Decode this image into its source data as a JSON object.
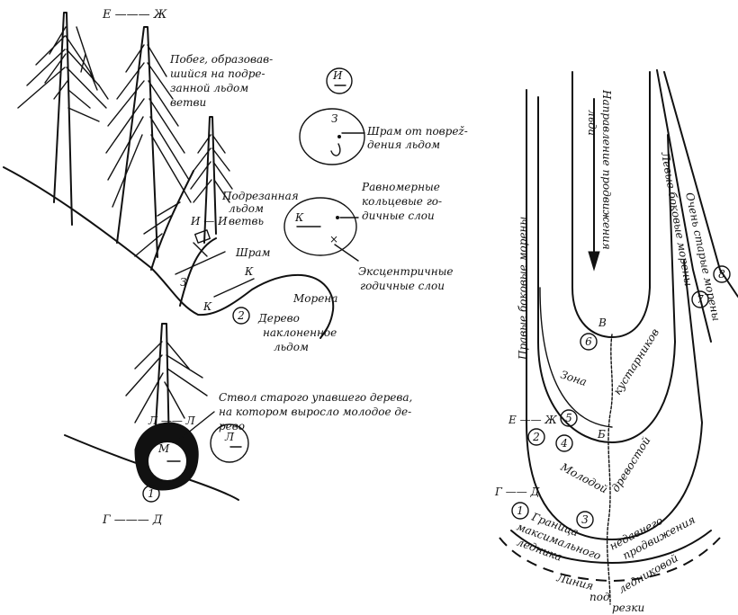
{
  "left": {
    "section_ej": "Е ——— Ж",
    "shoot_label": [
      "Побег, образовав-",
      "шийся на подре-",
      "занной льдом",
      "ветви"
    ],
    "cut_branch_label": [
      "Подрезанная",
      "льдом",
      "ветвь"
    ],
    "ii_marker": "И — И",
    "scar_label": "Шрам",
    "z_letter": "З",
    "k_letter": "К",
    "moraine_label": "Морена",
    "tree_num": "2",
    "tree_label": [
      "Дерево",
      "наклоненное",
      "льдом"
    ],
    "circle_i": "И",
    "circle_z": "З",
    "scar_ice_label": [
      "Шрам от поврež-",
      "дения льдом"
    ],
    "circle_k": "К",
    "even_rings_label": [
      "Равномерные",
      "кольцевые го-",
      "дичные слои"
    ],
    "eccentric_label": [
      "Эксцентричные",
      "годичные слои"
    ],
    "trunk_label": [
      "Ствол старого упавшего дерева,",
      "на котором выросло молодое де-",
      "рево"
    ],
    "ll_marker": "Л —— Л",
    "m_letter": "М",
    "circle_l": "Л",
    "fallen_num": "1",
    "section_gd": "Г ——— Д"
  },
  "right": {
    "flow_label": [
      "Направление продвижения",
      "льда"
    ],
    "right_moraines": "Правые боковые морены",
    "left_moraines": "Левые боковые морены",
    "very_old_moraines": "Очень старые морены",
    "v_letter": "В",
    "b_letter": "Б",
    "shrub_zone": [
      "Зона",
      "кустарников"
    ],
    "young_forest": [
      "Молодой",
      "древостой"
    ],
    "recent_advance": [
      "Граница",
      "максимального",
      "ледника",
      "недавнего",
      "продвижения"
    ],
    "cut_line": [
      "Линия",
      "ледниковой",
      "под",
      "резки"
    ],
    "ej": "Е —— Ж",
    "gd": "Г —— Д",
    "nums": [
      "1",
      "2",
      "3",
      "4",
      "5",
      "6",
      "7",
      "8"
    ]
  }
}
